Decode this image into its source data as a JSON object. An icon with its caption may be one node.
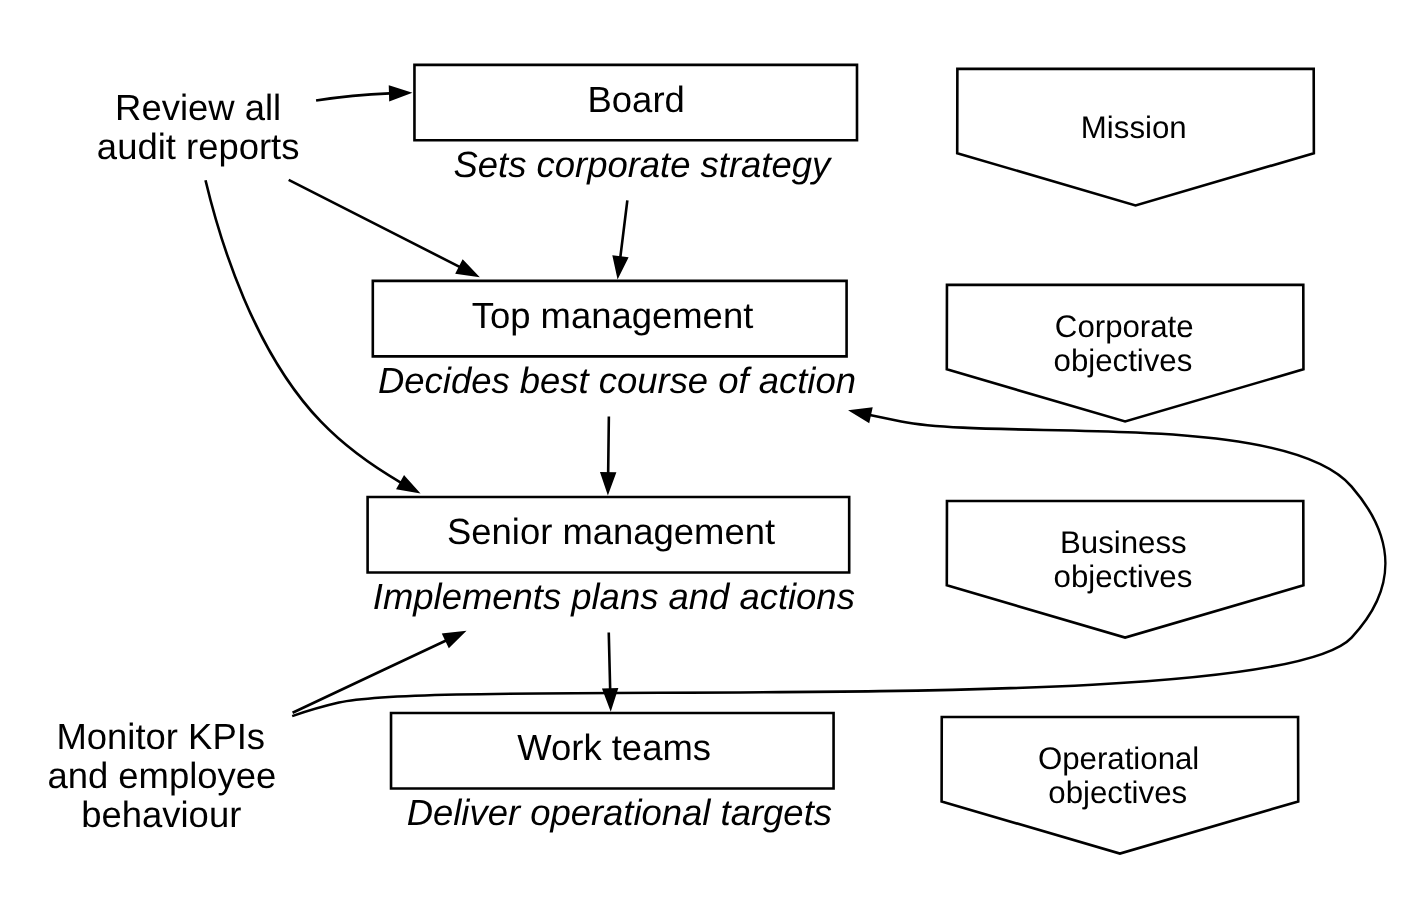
{
  "diagram": {
    "nodes": [
      {
        "text": [
          "Review all audit reports"
        ]
      },
      {
        "text": [
          "Board"
        ],
        "beside": [
          "Sets corporate strategy"
        ]
      },
      {
        "text": [
          "Top management"
        ],
        "beside": [
          "Decides best course of action"
        ]
      },
      {
        "text": [
          "Senior management"
        ],
        "beside": [
          "Implements plans and actions"
        ]
      },
      {
        "text": [
          "Work teams"
        ],
        "beside": [
          "Deliver operational targets"
        ]
      },
      {
        "text": [
          "Monitor KPIs and employee behaviour"
        ]
      },
      {
        "text": [
          "Mission"
        ]
      },
      {
        "text": [
          "Corporate objectives"
        ]
      },
      {
        "text": [
          "Business objectives"
        ]
      },
      {
        "text": [
          "Operational objectives"
        ]
      }
    ],
    "edges": [
      {
        "from": 0,
        "to": 1,
        "arrow": "to"
      },
      {
        "from": 0,
        "to": 2,
        "arrow": "to"
      },
      {
        "from": 0,
        "to": 3,
        "arrow": "to"
      },
      {
        "from": 5,
        "to": 2,
        "arrow": "to"
      },
      {
        "from": 5,
        "to": 3,
        "arrow": "to"
      },
      {
        "from": 1,
        "to": 2,
        "arrow": "to"
      },
      {
        "from": 2,
        "to": 3,
        "arrow": "to"
      },
      {
        "from": 3,
        "to": 4,
        "arrow": "to"
      }
    ]
  }
}
